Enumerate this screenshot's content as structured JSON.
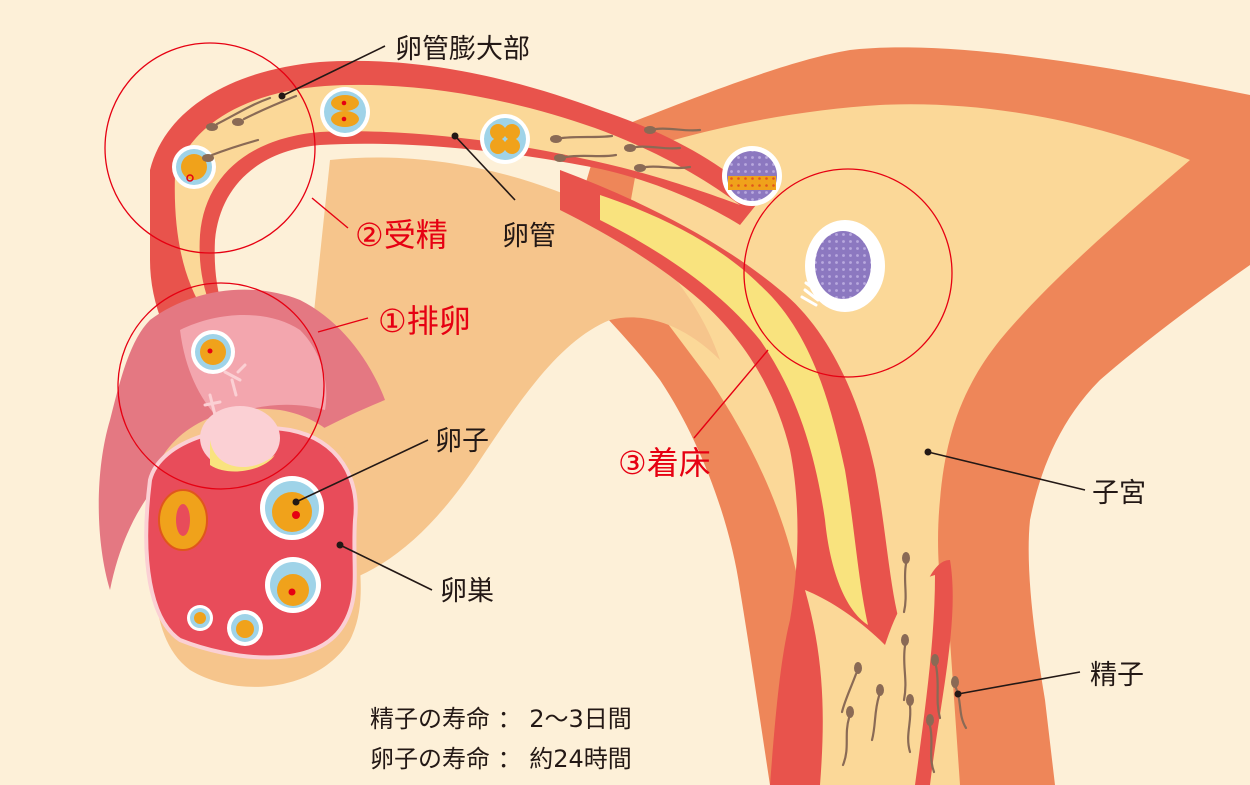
{
  "labels": {
    "ampulla": "卵管膨大部",
    "oviduct": "卵管",
    "egg": "卵子",
    "ovary": "卵巣",
    "uterus": "子宮",
    "sperm": "精子"
  },
  "steps": {
    "ovulation": "①排卵",
    "fertilization": "②受精",
    "implantation": "③着床"
  },
  "notes": {
    "sperm_lifespan": "精子の寿命 ： 2〜3日間",
    "egg_lifespan": "卵子の寿命 ： 約24時間"
  },
  "colors": {
    "background": "#fdf0d8",
    "uterus_outer": "#ee8659",
    "uterus_inner": "#fbd898",
    "tube_wall": "#e8534c",
    "endometrium": "#f9e37e",
    "ovary": "#e84c5a",
    "fimbria": "#e47882",
    "egg_yolk": "#f0a21b",
    "egg_shell": "#9fd3e8",
    "blastocyst": "#8c78c0",
    "sperm": "#8a6a55",
    "accent_red": "#e60012"
  }
}
